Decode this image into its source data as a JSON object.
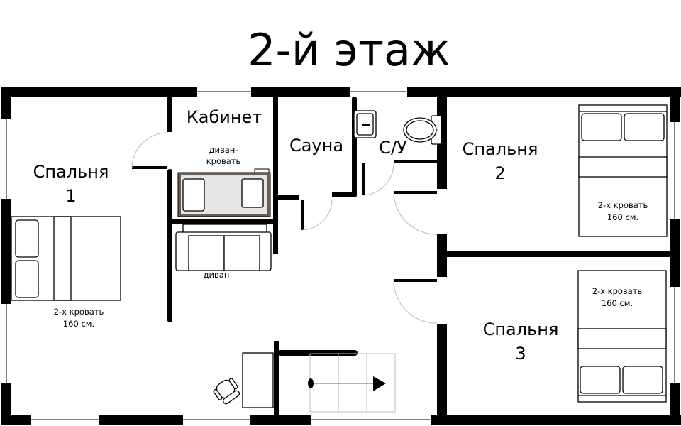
{
  "title": "2-й этаж",
  "rooms": {
    "bedroom1": {
      "name": "Спальня",
      "number": "1"
    },
    "office": {
      "name": "Кабинет"
    },
    "sauna": {
      "name": "Сауна"
    },
    "wc": {
      "name": "С/У"
    },
    "bedroom2": {
      "name": "Спальня",
      "number": "2"
    },
    "bedroom3": {
      "name": "Спальня",
      "number": "3"
    }
  },
  "furniture": {
    "bed1": {
      "line1": "2-х кровать",
      "line2": "160 см."
    },
    "bed2": {
      "line1": "2-х кровать",
      "line2": "160 см."
    },
    "bed3": {
      "line1": "2-х кровать",
      "line2": "160 см."
    },
    "sofa_bed": {
      "line1": "диван-",
      "line2": "кровать"
    },
    "sofa": {
      "label": "диван"
    }
  },
  "colors": {
    "wall": "#000000",
    "door_arc": "#bbbbbb",
    "stairs": "#bdbdbd",
    "background": "#ffffff"
  }
}
